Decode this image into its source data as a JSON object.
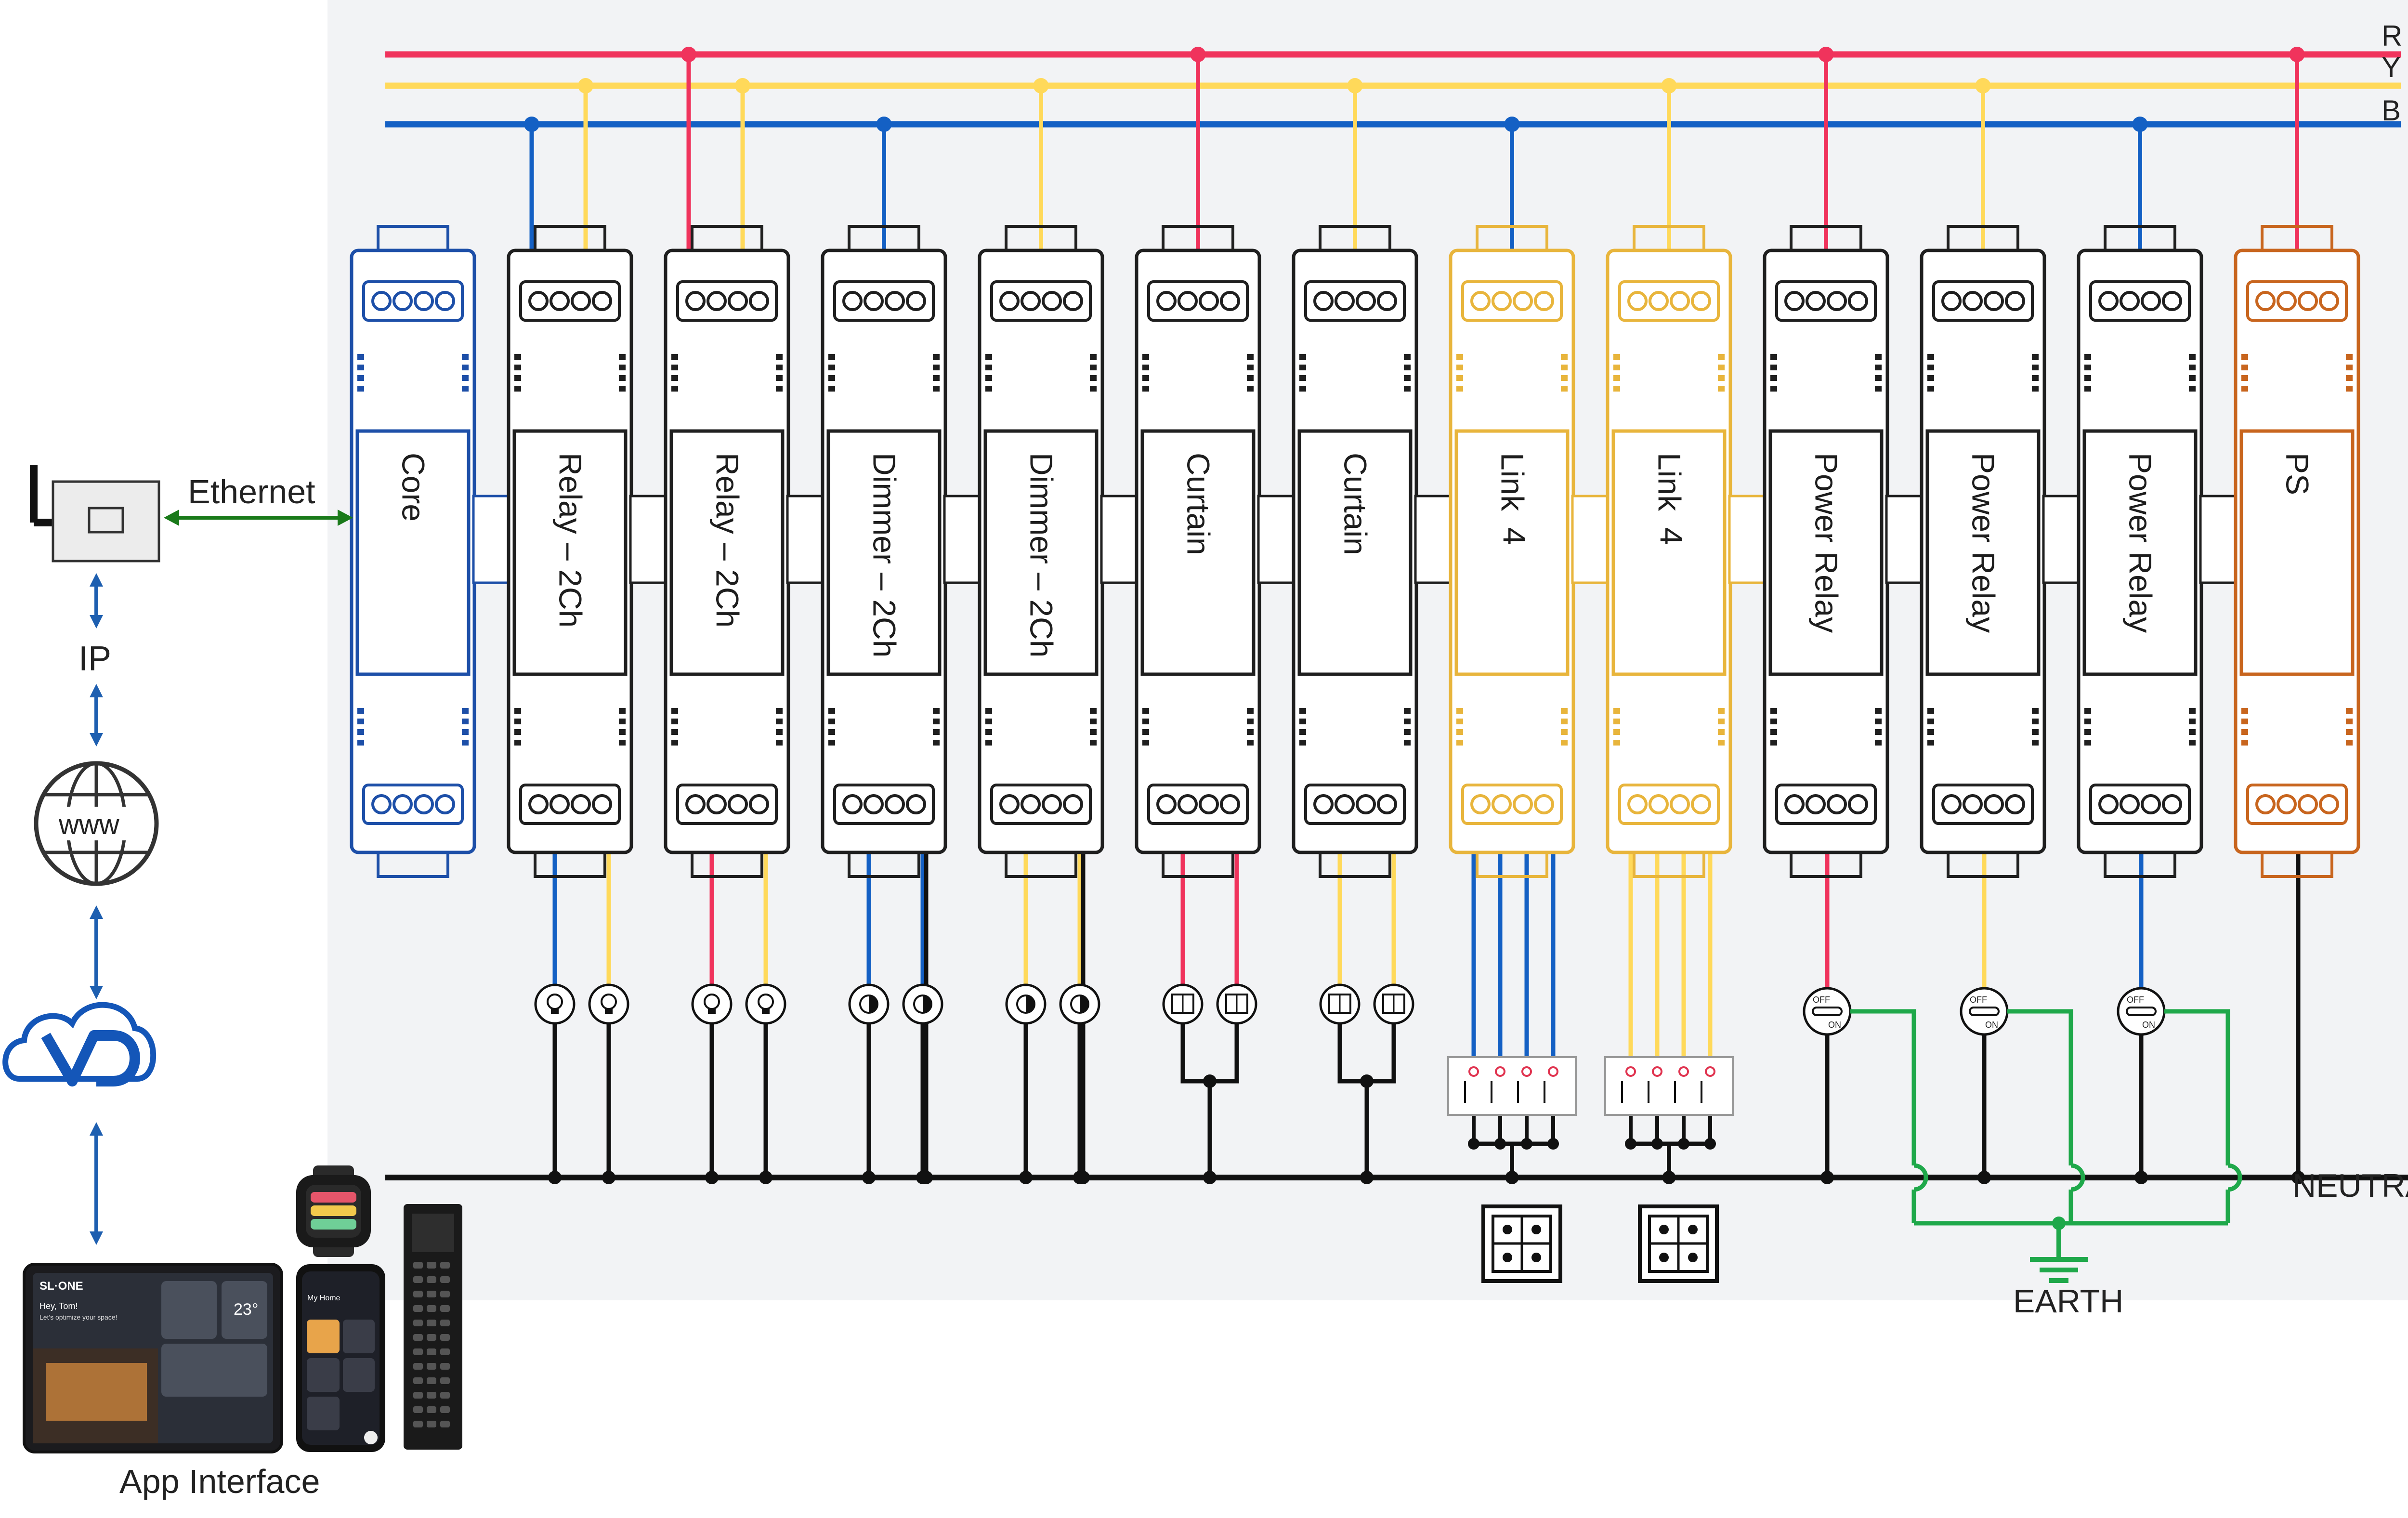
{
  "buses": [
    {
      "label": "R",
      "color": "#f0335c"
    },
    {
      "label": "Y",
      "color": "#ffd95a"
    },
    {
      "label": "B",
      "color": "#1460c4"
    }
  ],
  "neutral_label": "NEUTRAL",
  "earth_label": "EARTH",
  "left": {
    "ethernet_label": "Ethernet",
    "ip_label": "IP",
    "www_label": "www",
    "app_label": "App Interface",
    "tablet_brand": "SL·ONE",
    "tablet_greeting": "Hey, Tom!",
    "tablet_sub": "Let's optimize your space!",
    "tablet_temp": "23°",
    "phone_title": "My Home"
  },
  "modules": [
    {
      "name": "Core",
      "color": "#1d4fa8",
      "bus": null,
      "subs": []
    },
    {
      "name": "Relay – 2Ch",
      "color": "#1f1f1f",
      "bus": "B",
      "subs": [
        "bulb",
        "bulb"
      ],
      "taps": [
        "B",
        "Y"
      ]
    },
    {
      "name": "Relay – 2Ch",
      "color": "#1f1f1f",
      "bus": "R",
      "subs": [
        "bulb",
        "bulb"
      ],
      "taps": [
        "R",
        "Y"
      ]
    },
    {
      "name": "Dimmer – 2Ch",
      "color": "#1f1f1f",
      "bus": "B",
      "subs": [
        "dim",
        "dim"
      ],
      "taps": [
        "B",
        "B"
      ]
    },
    {
      "name": "Dimmer – 2Ch",
      "color": "#1f1f1f",
      "bus": "Y",
      "subs": [
        "dim",
        "dim"
      ],
      "taps": [
        "Y",
        "Y"
      ]
    },
    {
      "name": "Curtain",
      "color": "#1f1f1f",
      "bus": "R",
      "subs": [
        "curtain",
        "curtain"
      ],
      "taps": [
        "R",
        "R"
      ]
    },
    {
      "name": "Curtain",
      "color": "#1f1f1f",
      "bus": "Y",
      "subs": [
        "curtain",
        "curtain"
      ],
      "taps": [
        "Y",
        "Y"
      ]
    },
    {
      "name": "Link",
      "sub": "4",
      "color": "#e8b53c",
      "bus": "B",
      "subs": [
        "switch4"
      ],
      "taps": [
        "B",
        "B",
        "B",
        "B"
      ]
    },
    {
      "name": "Link",
      "sub": "4",
      "color": "#e8b53c",
      "bus": "Y",
      "subs": [
        "switch4"
      ],
      "taps": [
        "Y",
        "Y",
        "Y",
        "Y"
      ]
    },
    {
      "name": "Power Relay",
      "color": "#1f1f1f",
      "bus": "R",
      "subs": [
        "socket"
      ],
      "taps": [
        "R"
      ]
    },
    {
      "name": "Power Relay",
      "color": "#1f1f1f",
      "bus": "Y",
      "subs": [
        "socket"
      ],
      "taps": [
        "Y"
      ]
    },
    {
      "name": "Power Relay",
      "color": "#1f1f1f",
      "bus": "B",
      "subs": [
        "socket"
      ],
      "taps": [
        "B"
      ]
    },
    {
      "name": "PS",
      "color": "#c8651e",
      "bus": "R",
      "subs": [],
      "taps": [
        "K"
      ]
    }
  ],
  "socket_labels": {
    "off": "OFF",
    "on": "ON"
  },
  "colors": {
    "panel": "#f2f3f5",
    "neutral": "#111111",
    "earth": "#1fa84a",
    "ethernet": "#1a7a1a",
    "arrow": "#1e5fb0"
  }
}
